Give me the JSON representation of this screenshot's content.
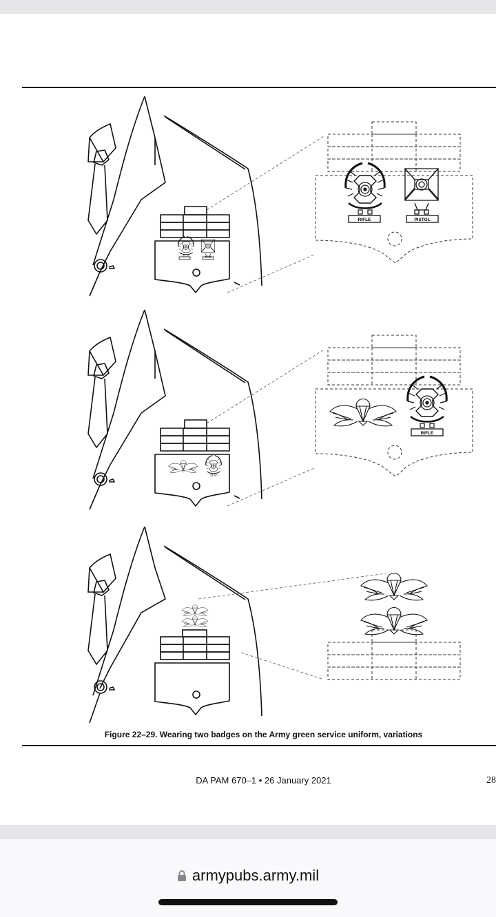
{
  "document": {
    "caption": "Figure 22–29.  Wearing two badges on the Army green service uniform, variations",
    "footer": "DA PAM 670–1 • 26 January 2021",
    "page_number": "28"
  },
  "figure": {
    "panel1": {
      "badge_left": "RIFLE",
      "badge_right": "PISTOL"
    },
    "panel2": {
      "badge_right": "RIFLE"
    }
  },
  "browser": {
    "url": "armypubs.army.mil",
    "lock_icon": "lock-icon"
  }
}
